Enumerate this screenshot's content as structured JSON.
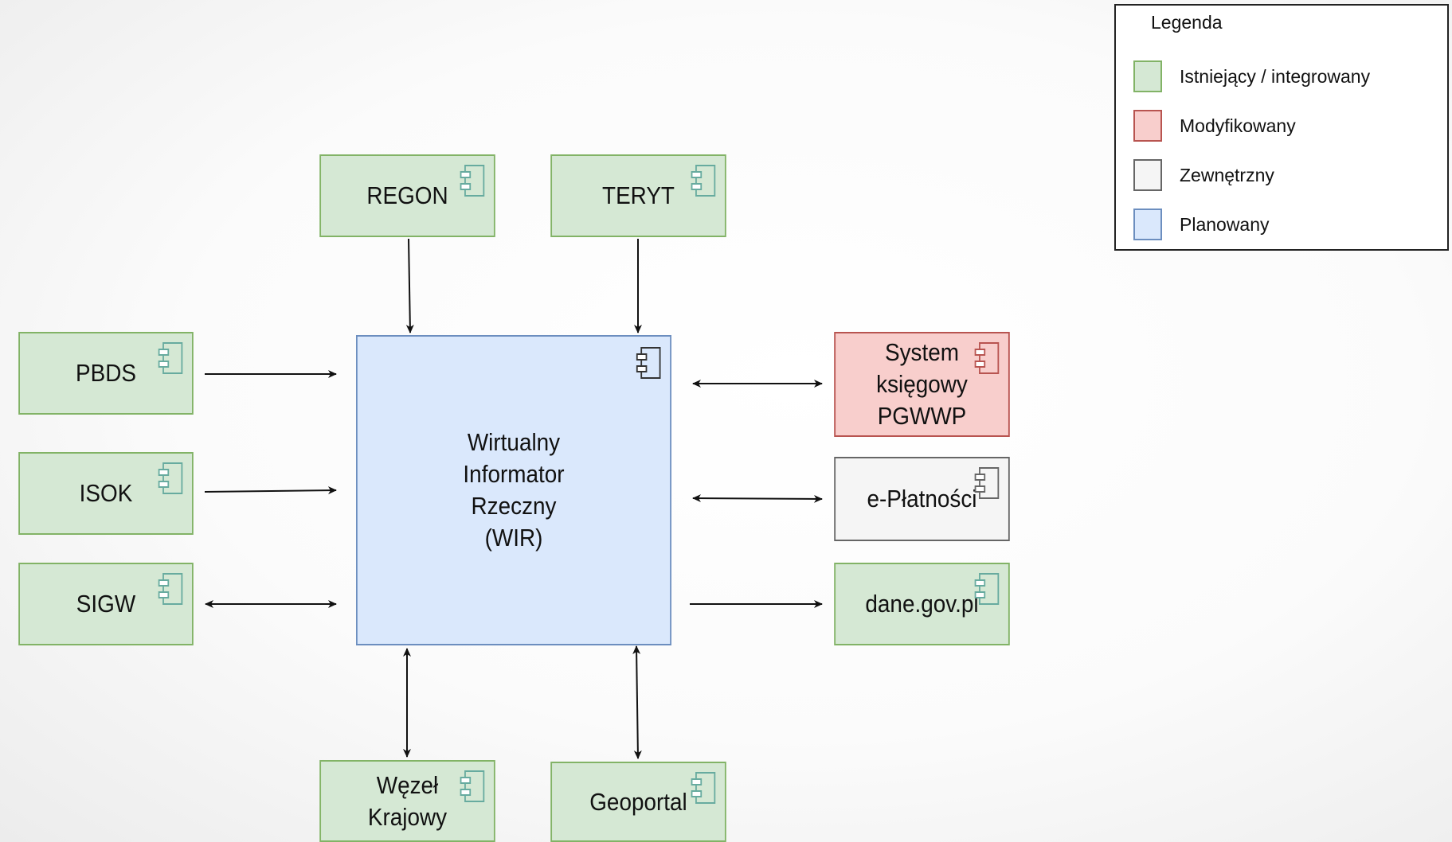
{
  "diagram": {
    "nodes": {
      "regon": {
        "label": "REGON",
        "status": "existing"
      },
      "teryt": {
        "label": "TERYT",
        "status": "existing"
      },
      "pbds": {
        "label": "PBDS",
        "status": "existing"
      },
      "isok": {
        "label": "ISOK",
        "status": "existing"
      },
      "sigw": {
        "label": "SIGW",
        "status": "existing"
      },
      "wir": {
        "label": "Wirtualny\nInformator\nRzeczny\n(WIR)",
        "status": "planned"
      },
      "system_ksiegowy": {
        "label": "System\nksięgowy\nPGWWP",
        "status": "modified"
      },
      "e_platnosci": {
        "label": "e-Płatności",
        "status": "external"
      },
      "dane_gov": {
        "label": "dane.gov.pl",
        "status": "existing"
      },
      "wezel": {
        "label": "Węzeł\nKrajowy",
        "status": "existing"
      },
      "geoportal": {
        "label": "Geoportal",
        "status": "existing"
      }
    },
    "edges": [
      {
        "from": "regon",
        "to": "wir",
        "direction": "forward"
      },
      {
        "from": "teryt",
        "to": "wir",
        "direction": "forward"
      },
      {
        "from": "pbds",
        "to": "wir",
        "direction": "forward"
      },
      {
        "from": "isok",
        "to": "wir",
        "direction": "forward"
      },
      {
        "from": "sigw",
        "to": "wir",
        "direction": "both"
      },
      {
        "from": "wir",
        "to": "system_ksiegowy",
        "direction": "both"
      },
      {
        "from": "wir",
        "to": "e_platnosci",
        "direction": "both"
      },
      {
        "from": "wir",
        "to": "dane_gov",
        "direction": "forward"
      },
      {
        "from": "wir",
        "to": "wezel",
        "direction": "both"
      },
      {
        "from": "wir",
        "to": "geoportal",
        "direction": "both"
      }
    ],
    "icon": "uml-component-icon"
  },
  "legend": {
    "title": "Legenda",
    "items": [
      {
        "key": "existing",
        "label": "Istniejący / integrowany",
        "fill": "#d5e8d4",
        "stroke": "#82b366"
      },
      {
        "key": "modified",
        "label": "Modyfikowany",
        "fill": "#f8cecc",
        "stroke": "#b85450"
      },
      {
        "key": "external",
        "label": "Zewnętrzny",
        "fill": "#f5f5f5",
        "stroke": "#666666"
      },
      {
        "key": "planned",
        "label": "Planowany",
        "fill": "#dae8fc",
        "stroke": "#6c8ebf"
      }
    ]
  }
}
